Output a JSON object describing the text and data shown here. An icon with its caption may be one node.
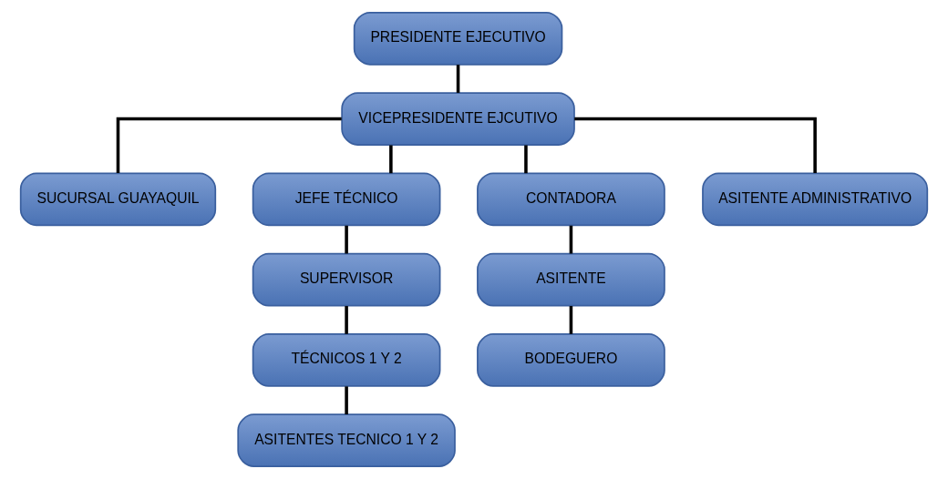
{
  "diagram": {
    "nodes": [
      {
        "text": [
          "PRESIDENTE EJECUTIVO"
        ]
      },
      {
        "text": [
          "VICEPRESIDENTE EJCUTIVO"
        ]
      },
      {
        "text": [
          "SUCURSAL GUAYAQUIL"
        ]
      },
      {
        "text": [
          "JEFE TÉCNICO"
        ]
      },
      {
        "text": [
          "CONTADORA"
        ]
      },
      {
        "text": [
          "ASITENTE ADMINISTRATIVO"
        ]
      },
      {
        "text": [
          "SUPERVISOR"
        ]
      },
      {
        "text": [
          "ASITENTE"
        ]
      },
      {
        "text": [
          "TÉCNICOS 1 Y 2"
        ]
      },
      {
        "text": [
          "BODEGUERO"
        ]
      },
      {
        "text": [
          "ASITENTES TECNICO 1 Y 2"
        ]
      }
    ],
    "edges": [
      {
        "from": 0,
        "to": 1,
        "arrow": "none"
      },
      {
        "from": 1,
        "to": 2,
        "arrow": "none"
      },
      {
        "from": 1,
        "to": 3,
        "arrow": "none"
      },
      {
        "from": 1,
        "to": 4,
        "arrow": "none"
      },
      {
        "from": 1,
        "to": 5,
        "arrow": "none"
      },
      {
        "from": 3,
        "to": 6,
        "arrow": "none"
      },
      {
        "from": 6,
        "to": 8,
        "arrow": "none"
      },
      {
        "from": 8,
        "to": 10,
        "arrow": "none"
      },
      {
        "from": 4,
        "to": 7,
        "arrow": "none"
      },
      {
        "from": 7,
        "to": 9,
        "arrow": "none"
      }
    ]
  }
}
